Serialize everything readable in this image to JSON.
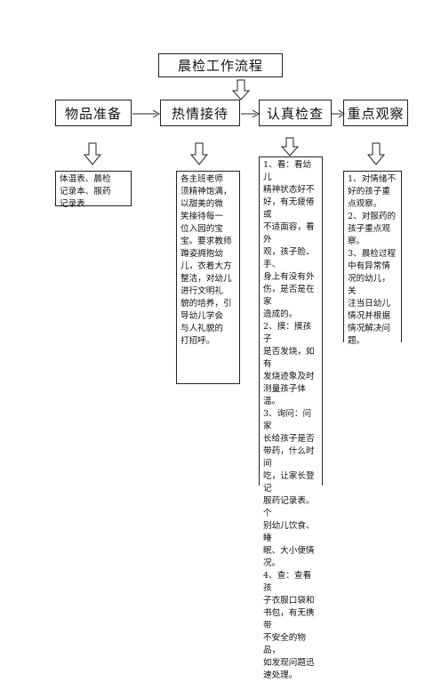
{
  "title": "晨检工作流程",
  "headers": [
    "物品准备",
    "热情接待",
    "认真检查",
    "重点观察"
  ],
  "columns": [
    {
      "lines": [
        "体温表、晨检",
        "记录本、服药",
        "记录表"
      ]
    },
    {
      "lines": [
        "各主班老师",
        "须精神饱满，",
        "以甜美的微",
        "笑接待每一",
        "位入园的宝",
        "宝。要求教师",
        "蹲姿拥抱幼",
        "儿，衣着大方",
        "整洁，对幼儿",
        "进行文明礼",
        "貌的培养，引",
        "导幼儿学会",
        "与人礼貌的",
        "打招呼。"
      ]
    },
    {
      "lines": [
        "1、看：看幼儿",
        "精神状态好不",
        "好，有无疲倦或",
        "不适面容，看外",
        "观，孩子脸、手、",
        "身上有没有外",
        "伤，是否是在家",
        "造成的。",
        "2、摸：摸孩子",
        "是否发烧，如有",
        "发烧迹象及时",
        "测量孩子体温。",
        "3、询问：问家",
        "长给孩子是否",
        "带药，什么时间",
        "吃，让家长登记",
        "服药记录表。个",
        "别幼儿饮食、睡",
        "眠、大小便情",
        "况。",
        "4、查：查看孩",
        "子衣服口袋和",
        "书包，有无携带",
        "不安全的物品，",
        "如发现问题迅",
        "速处理。"
      ]
    },
    {
      "lines": [
        "1、对情绪不",
        "好的孩子重",
        "点观察。",
        "2、对服药的",
        "孩子重点观",
        "察。",
        "3、晨检过程",
        "中有异常情",
        "况的幼儿，关",
        "注当日幼儿",
        "情况并根据",
        "情况解决问",
        "题。"
      ]
    }
  ]
}
